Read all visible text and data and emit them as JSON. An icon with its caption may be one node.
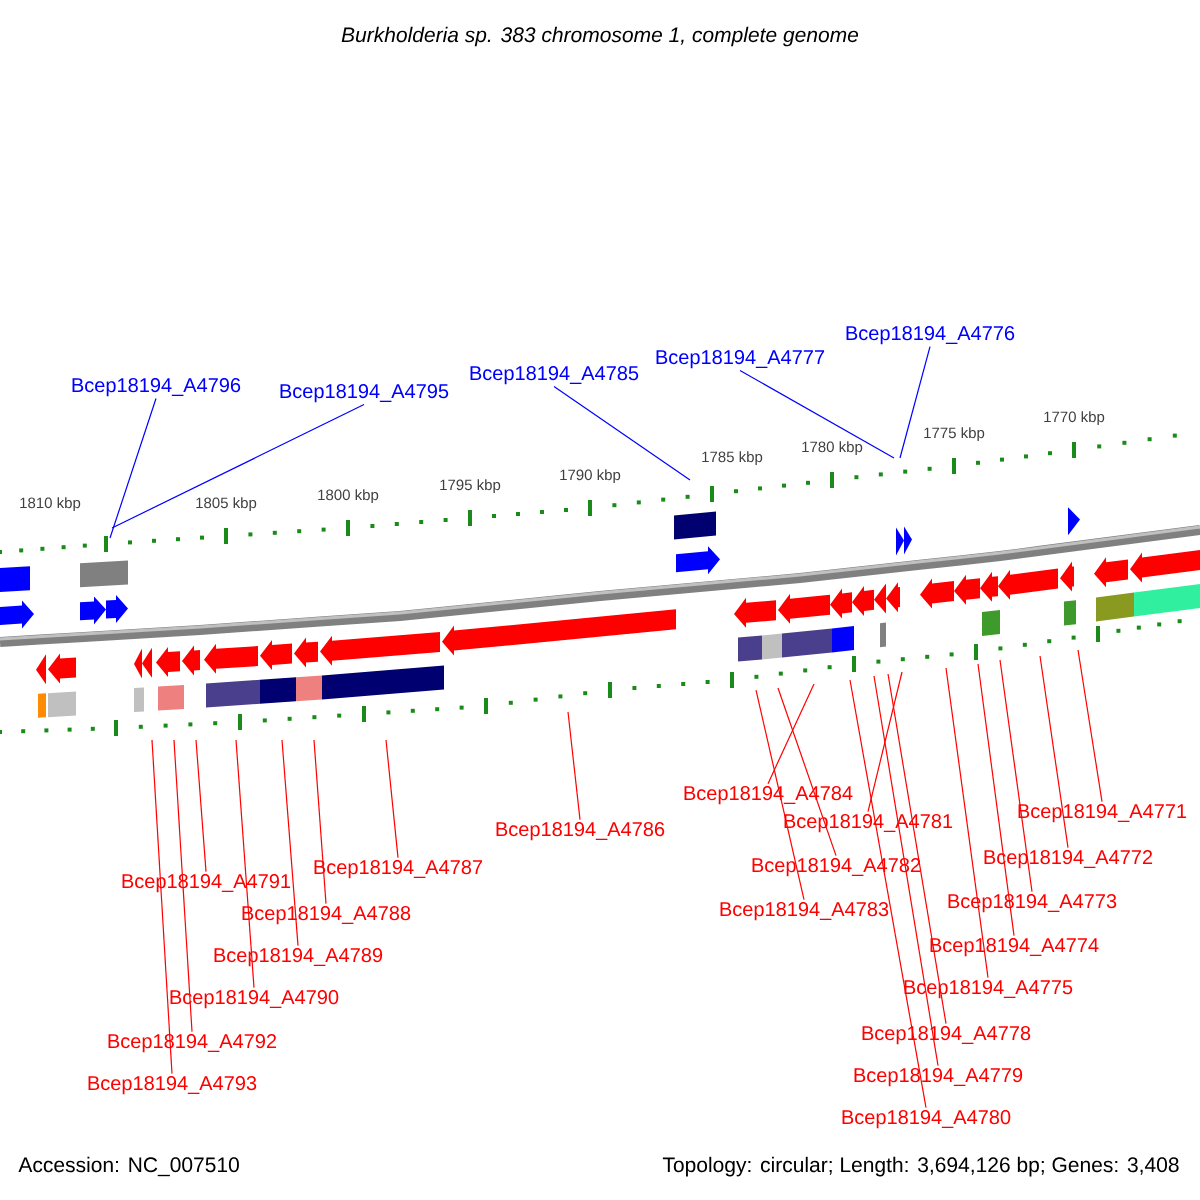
{
  "diagram": {
    "title": "Burkholderia sp. 383 chromosome 1, complete genome",
    "nodes": [
      {
        "text": [
          "Bcep18194_A4796"
        ]
      },
      {
        "text": [
          "Bcep18194_A4795"
        ]
      },
      {
        "text": [
          "Bcep18194_A4785"
        ]
      },
      {
        "text": [
          "Bcep18194_A4777"
        ]
      },
      {
        "text": [
          "Bcep18194_A4776"
        ]
      },
      {
        "text": [
          "Bcep18194_A4784"
        ]
      },
      {
        "text": [
          "Bcep18194_A4771"
        ]
      },
      {
        "text": [
          "Bcep18194_A4781"
        ]
      },
      {
        "text": [
          "Bcep18194_A4786"
        ]
      },
      {
        "text": [
          "Bcep18194_A4772"
        ]
      },
      {
        "text": [
          "Bcep18194_A4782"
        ]
      },
      {
        "text": [
          "Bcep18194_A4787"
        ]
      },
      {
        "text": [
          "Bcep18194_A4791"
        ]
      },
      {
        "text": [
          "Bcep18194_A4773"
        ]
      },
      {
        "text": [
          "Bcep18194_A4783"
        ]
      },
      {
        "text": [
          "Bcep18194_A4788"
        ]
      },
      {
        "text": [
          "Bcep18194_A4774"
        ]
      },
      {
        "text": [
          "Bcep18194_A4789"
        ]
      },
      {
        "text": [
          "Bcep18194_A4775"
        ]
      },
      {
        "text": [
          "Bcep18194_A4790"
        ]
      },
      {
        "text": [
          "Bcep18194_A4778"
        ]
      },
      {
        "text": [
          "Bcep18194_A4792"
        ]
      },
      {
        "text": [
          "Bcep18194_A4779"
        ]
      },
      {
        "text": [
          "Bcep18194_A4793"
        ]
      },
      {
        "text": [
          "Bcep18194_A4780"
        ]
      }
    ],
    "edges": [
      {
        "from": 0,
        "to": null,
        "arrow": "none",
        "color": "#0000ff"
      },
      {
        "from": 1,
        "to": null,
        "arrow": "none",
        "color": "#0000ff"
      },
      {
        "from": 2,
        "to": null,
        "arrow": "none",
        "color": "#0000ff"
      },
      {
        "from": 3,
        "to": null,
        "arrow": "none",
        "color": "#0000ff"
      },
      {
        "from": 4,
        "to": null,
        "arrow": "none",
        "color": "#0000ff"
      },
      {
        "from": 5,
        "to": null,
        "arrow": "none"
      },
      {
        "from": 6,
        "to": null,
        "arrow": "none"
      },
      {
        "from": 7,
        "to": null,
        "arrow": "none"
      },
      {
        "from": 8,
        "to": null,
        "arrow": "none"
      },
      {
        "from": 9,
        "to": null,
        "arrow": "none"
      },
      {
        "from": 10,
        "to": null,
        "arrow": "none"
      },
      {
        "from": 11,
        "to": null,
        "arrow": "none"
      },
      {
        "from": 12,
        "to": null,
        "arrow": "none"
      },
      {
        "from": 13,
        "to": null,
        "arrow": "none"
      },
      {
        "from": 14,
        "to": null,
        "arrow": "none"
      },
      {
        "from": 15,
        "to": null,
        "arrow": "none"
      },
      {
        "from": 16,
        "to": null,
        "arrow": "none"
      },
      {
        "from": 17,
        "to": null,
        "arrow": "none"
      },
      {
        "from": 18,
        "to": null,
        "arrow": "none"
      },
      {
        "from": 19,
        "to": null,
        "arrow": "none"
      },
      {
        "from": 20,
        "to": null,
        "arrow": "none"
      },
      {
        "from": 21,
        "to": null,
        "arrow": "none"
      },
      {
        "from": 22,
        "to": null,
        "arrow": "none"
      },
      {
        "from": 23,
        "to": null,
        "arrow": "none"
      },
      {
        "from": 24,
        "to": null,
        "arrow": "none"
      }
    ],
    "labels": [
      "1810 kbp",
      "1805 kbp",
      "1800 kbp",
      "1795 kbp",
      "1790 kbp",
      "1785 kbp",
      "1780 kbp",
      "1775 kbp",
      "1770 kbp",
      "Accession: NC_007510",
      "Topology: circular; Length: 3,694,126 bp; Genes: 3,408"
    ]
  }
}
